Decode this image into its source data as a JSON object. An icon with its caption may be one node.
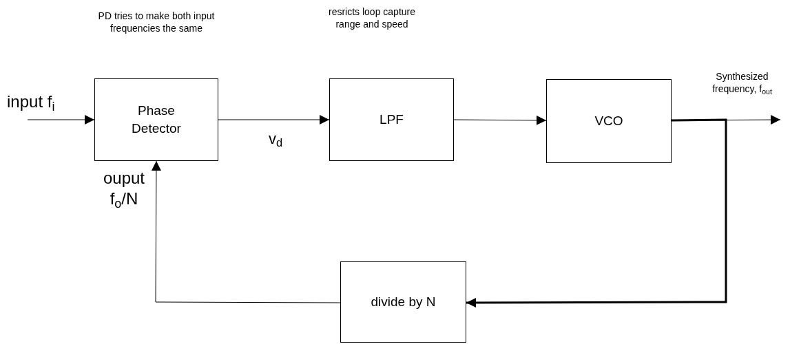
{
  "diagram": {
    "nodes": [
      {
        "text": [
          "Phase Detector"
        ]
      },
      {
        "text": [
          "LPF"
        ]
      },
      {
        "text": [
          "VCO"
        ]
      },
      {
        "text": [
          "divide by N"
        ]
      }
    ],
    "edges": [
      {
        "from": null,
        "to": 0,
        "arrow": "to",
        "label": "input f$_{i}$"
      },
      {
        "from": 0,
        "to": 1,
        "arrow": "to",
        "label": "v$_{d}$"
      },
      {
        "from": 1,
        "to": 2,
        "arrow": "to"
      },
      {
        "from": 2,
        "to": null,
        "arrow": "to",
        "label": "Synthesized frequency, f$_{out}$"
      },
      {
        "from": 2,
        "to": 3,
        "arrow": "to",
        "style": "thick"
      },
      {
        "from": 3,
        "to": 0,
        "arrow": "to",
        "label": "ouput f$_{o}$/N"
      }
    ],
    "labels": [
      "PD tries to make both input frequencies the same",
      "resricts loop capture range and speed"
    ]
  }
}
